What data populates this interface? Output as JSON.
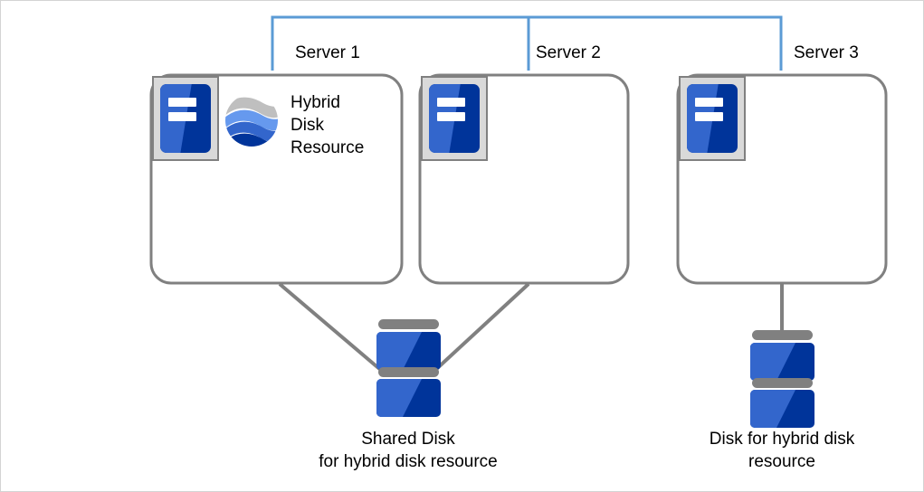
{
  "diagram": {
    "title_text": "Hybrid Disk Resource",
    "resource_label_lines": [
      "Hybrid",
      "Disk",
      "Resource"
    ],
    "servers": [
      {
        "name": "Server 1",
        "icon": "server-icon"
      },
      {
        "name": "Server 2",
        "icon": "server-icon"
      },
      {
        "name": "Server 3",
        "icon": "server-icon"
      }
    ],
    "disks": [
      {
        "id": "shared-disk",
        "icon": "disk-stack-icon",
        "caption_lines": [
          "Shared Disk",
          "for hybrid disk resource"
        ]
      },
      {
        "id": "hybrid-disk",
        "icon": "disk-stack-icon",
        "caption_lines": [
          "Disk for hybrid disk",
          "resource"
        ]
      }
    ],
    "logo": {
      "name": "hybrid-disk-resource-logo"
    },
    "colors": {
      "bracket_blue": "#5b9bd5",
      "connector_gray": "#808080",
      "box_border_gray": "#808080",
      "icon_blue_light": "#3366cc",
      "icon_blue_dark": "#00349a",
      "icon_frame_gray": "#d9d9d9",
      "logo_gray": "#bfbfbf",
      "logo_blue_light": "#6699ee",
      "logo_blue_mid": "#3366cc",
      "logo_blue_dark": "#00349a",
      "page_border": "#d4d4d4",
      "text": "#000000"
    }
  }
}
